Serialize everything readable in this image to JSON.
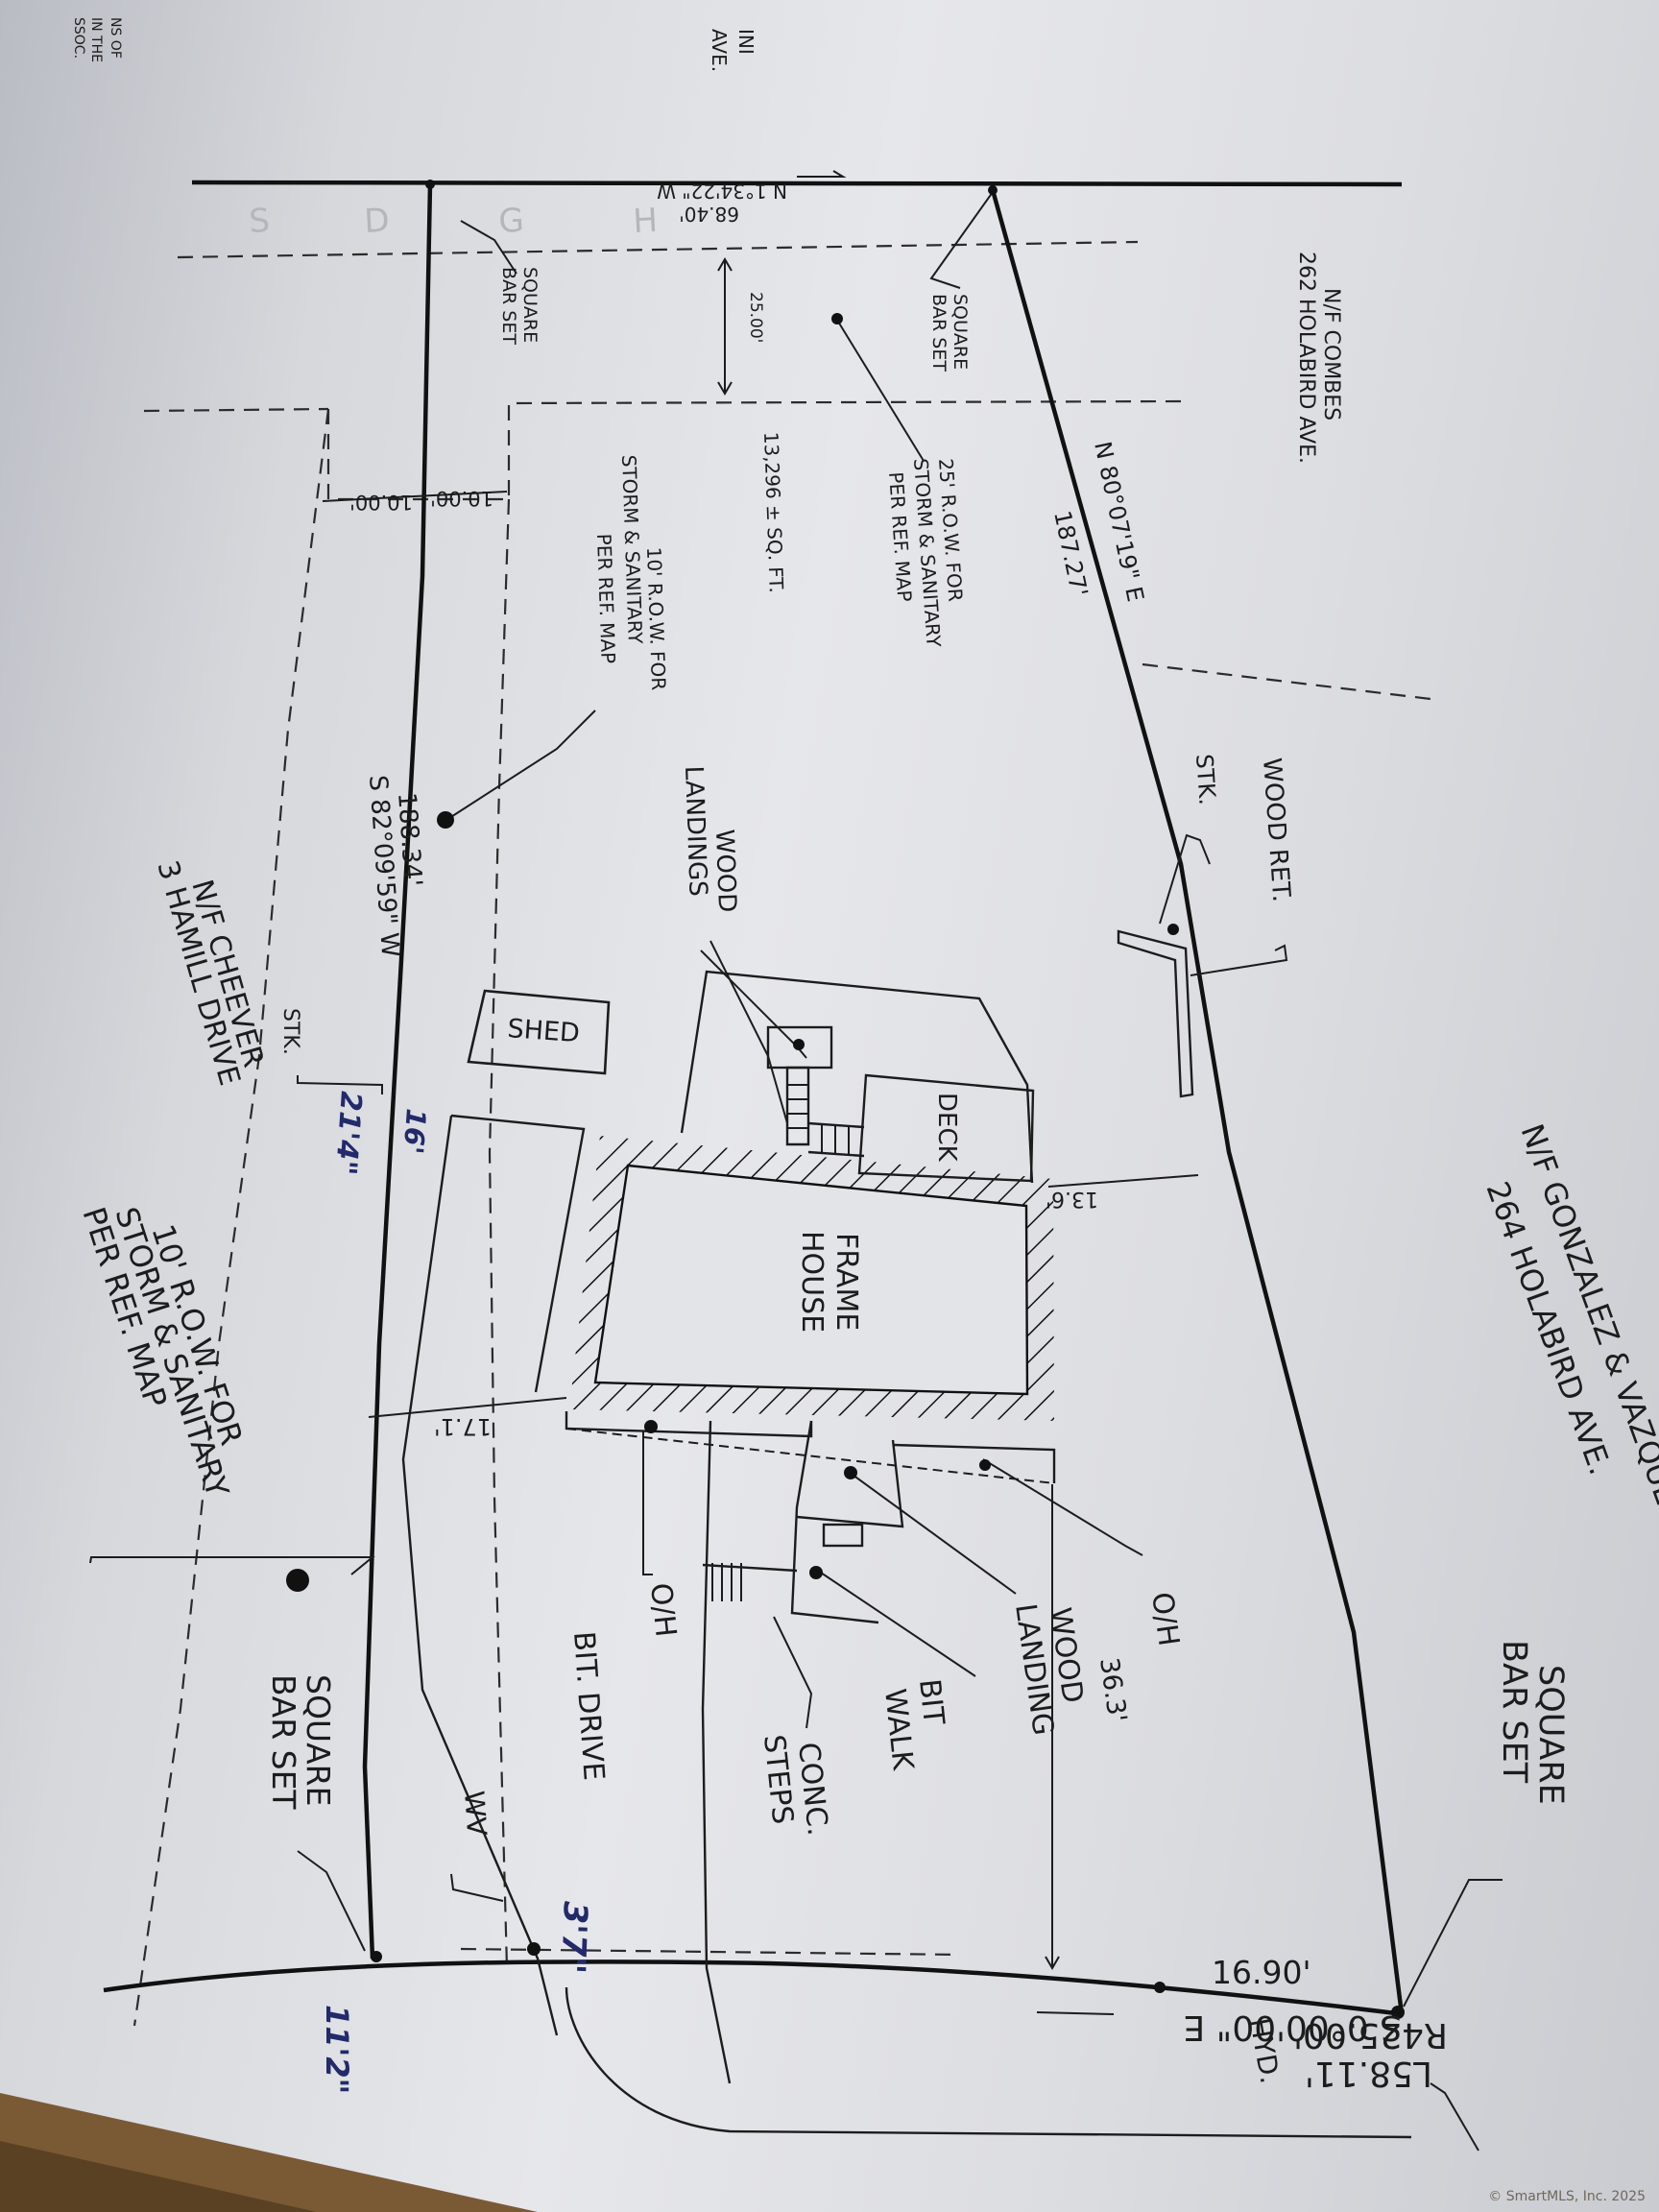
{
  "corner_fragments": [
    "NS OF",
    "IN THE",
    "SSOC.",
    "INI",
    "AVE."
  ],
  "bearings": {
    "north_top": "N 1°34'22\" W",
    "north_top_distance": "68.40'",
    "east_side": "N 80°07'19\" E",
    "east_side_distance": "187.27'",
    "west_side": "S 82°09'59\" W",
    "west_side_distance": "188.34'",
    "curve_chord": "S 0°00'00\" E",
    "curve_chord_distance": "16.90'",
    "curve_radius": "R425.00'",
    "curve_length": "L58.11'"
  },
  "neighbors": {
    "combes": [
      "N/F COMBES",
      "262 HOLABIRD AVE."
    ],
    "gonzalez": [
      "N/F GONZALEZ & VAZQUEZ",
      "264 HOLABIRD AVE."
    ],
    "cheever": [
      "N/F CHEEVER",
      "3 HAMILL DRIVE"
    ]
  },
  "labels": {
    "square_bar_set_top_left": [
      "SQUARE",
      "BAR SET"
    ],
    "square_bar_set_top_right": [
      "SQUARE",
      "BAR SET"
    ],
    "square_bar_set_bottom_left": [
      "SQUARE",
      "BAR SET"
    ],
    "square_bar_set_bottom_right": [
      "SQUARE",
      "BAR SET"
    ],
    "row_25": [
      "25' R.O.W. FOR",
      "STORM & SANITARY",
      "PER REF. MAP"
    ],
    "row_10_upper": [
      "10' R.O.W. FOR",
      "STORM & SANITARY",
      "PER REF. MAP"
    ],
    "row_10_lower": [
      "10' R.O.W. FOR",
      "STORM & SANITARY",
      "PER REF. MAP"
    ],
    "area": "13,296 ± SQ. FT.",
    "setback_25": "25.00'",
    "setback_10a": "10.00'",
    "setback_10b": "10.00'",
    "wood_ret": "WOOD RET.",
    "stk_top": "STK.",
    "stk_bottom": "STK.",
    "wood_landings": [
      "WOOD",
      "LANDINGS"
    ],
    "shed": "SHED",
    "deck": "DECK",
    "frame_house": [
      "FRAME",
      "HOUSE"
    ],
    "dim_13": "13.6'",
    "dim_17": "17.1'",
    "dim_36": "36.3'",
    "oh_right": "O/H",
    "oh_left": "O/H",
    "wood_landing": [
      "WOOD",
      "LANDING"
    ],
    "bit_walk": [
      "BIT",
      "WALK"
    ],
    "conc_steps": [
      "CONC.",
      "STEPS"
    ],
    "bit_drive": "BIT. DRIVE",
    "wv": "WV",
    "hyd": "HYD."
  },
  "handwritten": {
    "h1": "21'4\"",
    "h2": "16'",
    "h3": "3'7\"",
    "h4": "11'2\""
  },
  "credit": "© SmartMLS, Inc. 2025",
  "colors": {
    "ink": "#1c1c1c",
    "handwriting": "#222a6b",
    "paper": "#dcdde1",
    "floor": "#7a5a35"
  }
}
